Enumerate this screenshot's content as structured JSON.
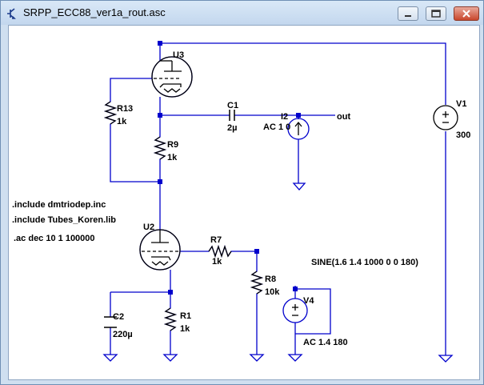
{
  "window": {
    "title": "SRPP_ECC88_ver1a_rout.asc"
  },
  "components": {
    "U3": "U3",
    "U2": "U2",
    "R13": {
      "name": "R13",
      "value": "1k"
    },
    "R9": {
      "name": "R9",
      "value": "1k"
    },
    "C1": {
      "name": "C1",
      "value": "2µ"
    },
    "I2": {
      "name": "I2",
      "value": "AC 1 0"
    },
    "out": "out",
    "V1": {
      "name": "V1",
      "value": "300"
    },
    "R7": {
      "name": "R7",
      "value": "1k"
    },
    "R8": {
      "name": "R8",
      "value": "10k"
    },
    "V4": {
      "name": "V4",
      "value": "AC 1.4 180"
    },
    "V4_sine": "SINE(1.6 1.4 1000 0 0 180)",
    "C2": {
      "name": "C2",
      "value": "220µ"
    },
    "R1": {
      "name": "R1",
      "value": "1k"
    }
  },
  "directives": [
    ".include dmtriodep.inc",
    ".include Tubes_Koren.lib",
    ".ac dec 10 1 100000"
  ],
  "colors": {
    "wire": "#0000cc",
    "titlebar": "#c9dbef",
    "close_button": "#c9462c"
  }
}
